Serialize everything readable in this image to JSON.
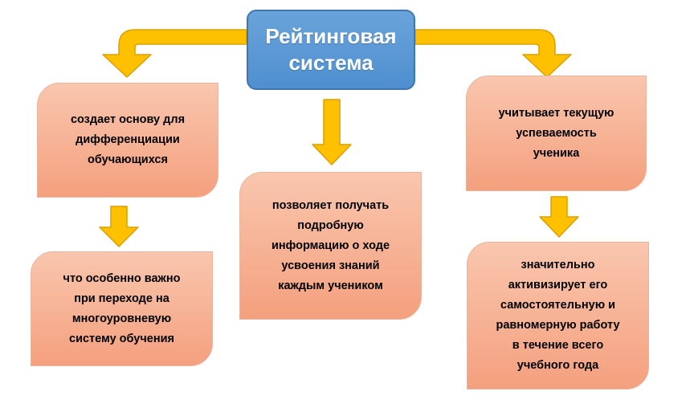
{
  "diagram": {
    "root": {
      "line1": "Рейтинговая",
      "line2": "система"
    },
    "left_top": [
      "создает основу для",
      "дифференциации",
      "обучающихся"
    ],
    "left_bottom": [
      "что особенно важно",
      "при переходе на",
      "многоуровневую",
      "систему обучения"
    ],
    "center": [
      "позволяет получать",
      "подробную",
      "информацию о ходе",
      "усвоения знаний",
      "каждым учеником"
    ],
    "right_top": [
      "учитывает текущую",
      "успеваемость",
      "ученика"
    ],
    "right_bottom": [
      "значительно",
      "активизирует его",
      "самостоятельную и",
      "равномерную работу",
      "в течение всего",
      "учебного года"
    ],
    "colors": {
      "root_fill": "#5b9bd5",
      "box_fill": "#f8b89a",
      "arrow_fill": "#ffc000",
      "arrow_stroke": "#d9a000"
    }
  }
}
